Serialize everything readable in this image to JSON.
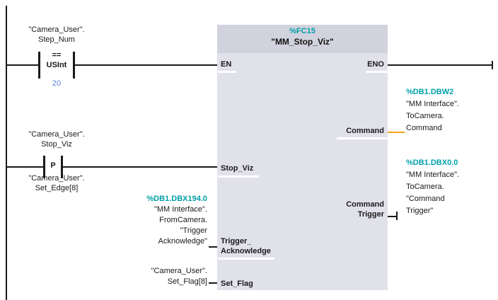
{
  "app": "TIA Portal LAD network",
  "colors": {
    "address_teal": "#00A0A8",
    "constant_blue": "#5B7EDB",
    "word_wire_orange": "#F5A31B",
    "wire_black": "#1A1A1A",
    "block_header_bg": "#D2D2DE",
    "block_body_bg": "#E1E1EA"
  },
  "contacts": {
    "compare": {
      "operand": [
        "\"Camera_User\".",
        "Step_Num"
      ],
      "operator": "==",
      "datatype": "USInt",
      "value": "20"
    },
    "p_edge": {
      "operand": [
        "\"Camera_User\".",
        "Stop_Viz"
      ],
      "symbol": "P",
      "edge_memory": [
        "\"Camera_User\".",
        "Set_Edge[8]"
      ]
    }
  },
  "block": {
    "address": "%FC15",
    "name": "\"MM_Stop_Viz\"",
    "params": {
      "en": "EN",
      "eno": "ENO",
      "stop_viz": "Stop_Viz",
      "trigger_ack_1": "Trigger_",
      "trigger_ack_2": "Acknowledge",
      "set_flag": "Set_Flag",
      "command": "Command",
      "command_trigger_1": "Command",
      "command_trigger_2": "Trigger"
    }
  },
  "operands": {
    "trigger_ack": {
      "address": "%DB1.DBX194.0",
      "lines": [
        "\"MM Interface\".",
        "FromCamera.",
        "\"Trigger",
        "Acknowledge\""
      ]
    },
    "set_flag": {
      "lines": [
        "\"Camera_User\".",
        "Set_Flag[8]"
      ]
    },
    "command": {
      "address": "%DB1.DBW2",
      "lines": [
        "\"MM Interface\".",
        "ToCamera.",
        "Command"
      ]
    },
    "command_trigger": {
      "address": "%DB1.DBX0.0",
      "lines": [
        "\"MM Interface\".",
        "ToCamera.",
        "\"Command",
        "Trigger\""
      ]
    }
  }
}
